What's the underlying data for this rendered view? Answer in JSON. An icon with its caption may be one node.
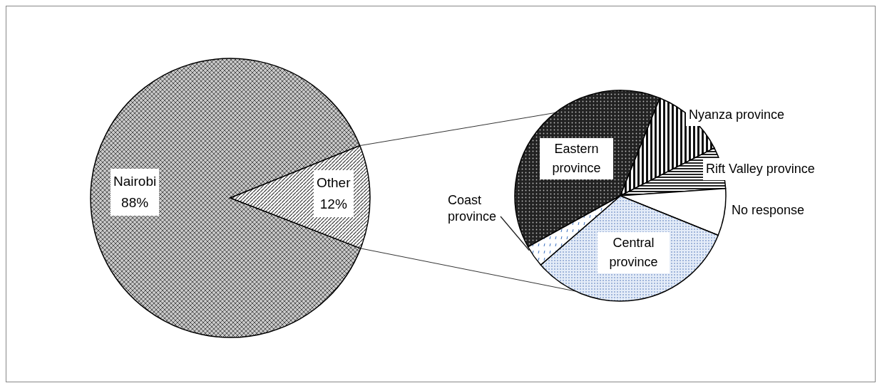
{
  "diagram": {
    "nodes": [
      {
        "text": [
          "Coast province"
        ]
      },
      {
        "text": [],
        "shape": "wedge"
      }
    ],
    "edges": [
      {
        "from": 0,
        "to": 1,
        "arrow": "none"
      }
    ],
    "labels": [
      "Eastern province",
      "Nyanza province",
      "Rift Valley province",
      "No response",
      "Central province"
    ],
    "chart_data": {
      "type": "pie",
      "categories": [
        "Nairobi",
        "Other"
      ],
      "values": [
        88,
        12
      ],
      "data_labels": true,
      "value_labels": [
        "88%",
        "12%"
      ]
    }
  }
}
